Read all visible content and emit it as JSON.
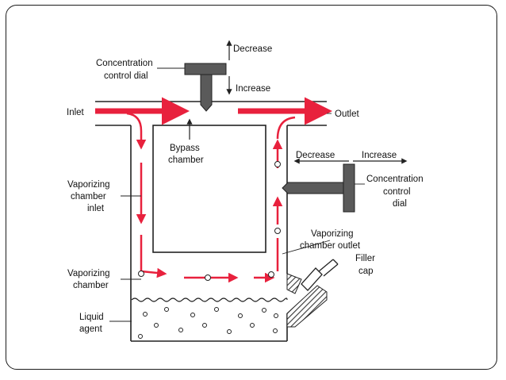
{
  "labels": {
    "concentration_dial_top": [
      "Concentration",
      "control dial"
    ],
    "decrease_top": "Decrease",
    "increase_top": "Increase",
    "inlet": "Inlet",
    "outlet": "Outlet",
    "bypass_chamber": [
      "Bypass",
      "chamber"
    ],
    "decrease_right": "Decrease",
    "increase_right": "Increase",
    "concentration_dial_right": [
      "Concentration",
      "control",
      "dial"
    ],
    "vaporizing_chamber_inlet": [
      "Vaporizing",
      "chamber",
      "inlet"
    ],
    "vaporizing_chamber_outlet": [
      "Vaporizing",
      "chamber outlet"
    ],
    "filler_cap": [
      "Filler",
      "cap"
    ],
    "vaporizing_chamber": [
      "Vaporizing",
      "chamber"
    ],
    "liquid_agent": [
      "Liquid",
      "agent"
    ]
  },
  "colors": {
    "flow_arrow": "#e8213d",
    "dial": "#5a5a5a",
    "line": "#222222"
  }
}
